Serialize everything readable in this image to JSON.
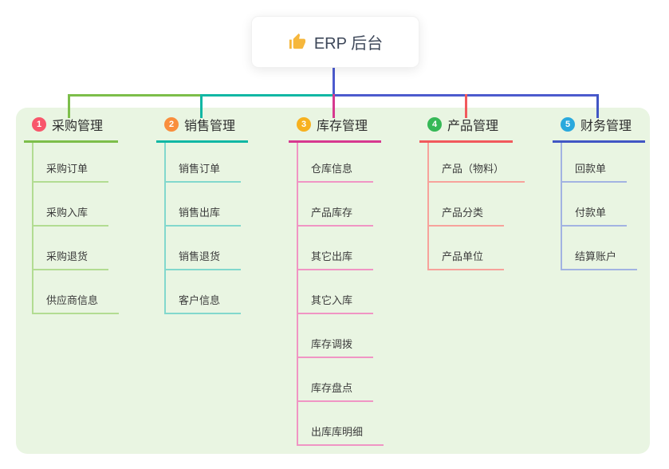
{
  "root": {
    "label": "ERP 后台",
    "icon": "thumbs-up-icon"
  },
  "branches": [
    {
      "index": "1",
      "label": "采购管理",
      "color": "#7cbe4a",
      "light_color": "#b2dc92",
      "badge_color": "#f8566b",
      "children": [
        "采购订单",
        "采购入库",
        "采购退货",
        "供应商信息"
      ]
    },
    {
      "index": "2",
      "label": "销售管理",
      "color": "#11b7a4",
      "light_color": "#82d8cd",
      "badge_color": "#f98e3d",
      "children": [
        "销售订单",
        "销售出库",
        "销售退货",
        "客户信息"
      ]
    },
    {
      "index": "3",
      "label": "库存管理",
      "color": "#d6398f",
      "light_color": "#f095c4",
      "badge_color": "#f7b11f",
      "children": [
        "仓库信息",
        "产品库存",
        "其它出库",
        "其它入库",
        "库存调拨",
        "库存盘点",
        "出库库明细"
      ]
    },
    {
      "index": "4",
      "label": "产品管理",
      "color": "#f1595c",
      "light_color": "#f7a29b",
      "badge_color": "#36b857",
      "children": [
        "产品（物料）",
        "产品分类",
        "产品单位"
      ]
    },
    {
      "index": "5",
      "label": "财务管理",
      "color": "#4156c4",
      "light_color": "#a2b3e2",
      "badge_color": "#2aa9dd",
      "children": [
        "回款单",
        "付款单",
        "结算账户"
      ]
    }
  ],
  "colors": {
    "panel_background": "#e9f5e2",
    "root_connector": "#4c5bce",
    "thumb_icon": "#f6b73c"
  }
}
